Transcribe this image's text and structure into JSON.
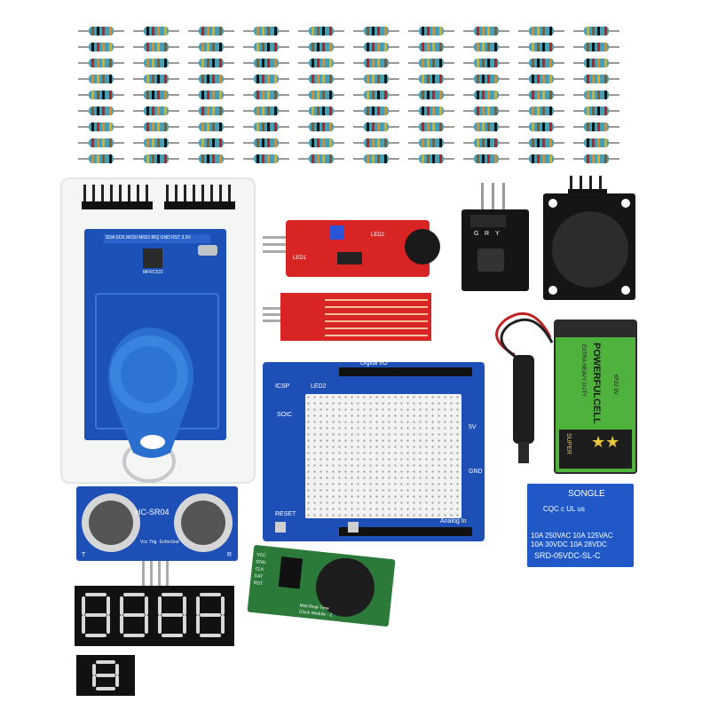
{
  "resistors": {
    "columns": 10,
    "rows": 9
  },
  "rfid_board": {
    "chip_label": "MFRC522",
    "top_label": "SDA SCK MOSI MISO IRQ GND RST 3.3V"
  },
  "sound_sensor": {
    "part_labels": [
      "LED1",
      "LED2"
    ]
  },
  "ir_receiver": {
    "pin_labels": [
      "G",
      "R",
      "Y"
    ]
  },
  "battery": {
    "brand": "POWERFULCELL",
    "sub": "EXTRA HEAVY DUTY",
    "model": "6F22 9V",
    "grade": "SUPER"
  },
  "proto_shield": {
    "labels": [
      "ICSP",
      "LED2",
      "SOIC",
      "RESET",
      "Digital I/O",
      "Analog In",
      "5V",
      "GND"
    ]
  },
  "relay": {
    "brand": "SONGLE",
    "line1": "10A 250VAC  10A 125VAC",
    "line2": "10A  30VDC  10A  28VDC",
    "model": "SRD-05VDC-SL-C",
    "marks": "CQC  c UL us"
  },
  "ultrasonic": {
    "model": "HC-SR04",
    "pins": [
      "Vcc",
      "Trig",
      "Echo",
      "Gnd"
    ],
    "side_t": "T",
    "side_r": "R"
  },
  "rtc_module": {
    "pins": [
      "VCC",
      "GND",
      "CLK",
      "DAT",
      "RST"
    ],
    "title": "Mini Real-Time",
    "sub": "Clock Module - 2"
  },
  "four_digit_display": {
    "digits": 4
  },
  "single_digit_display": {
    "digits": 1
  }
}
